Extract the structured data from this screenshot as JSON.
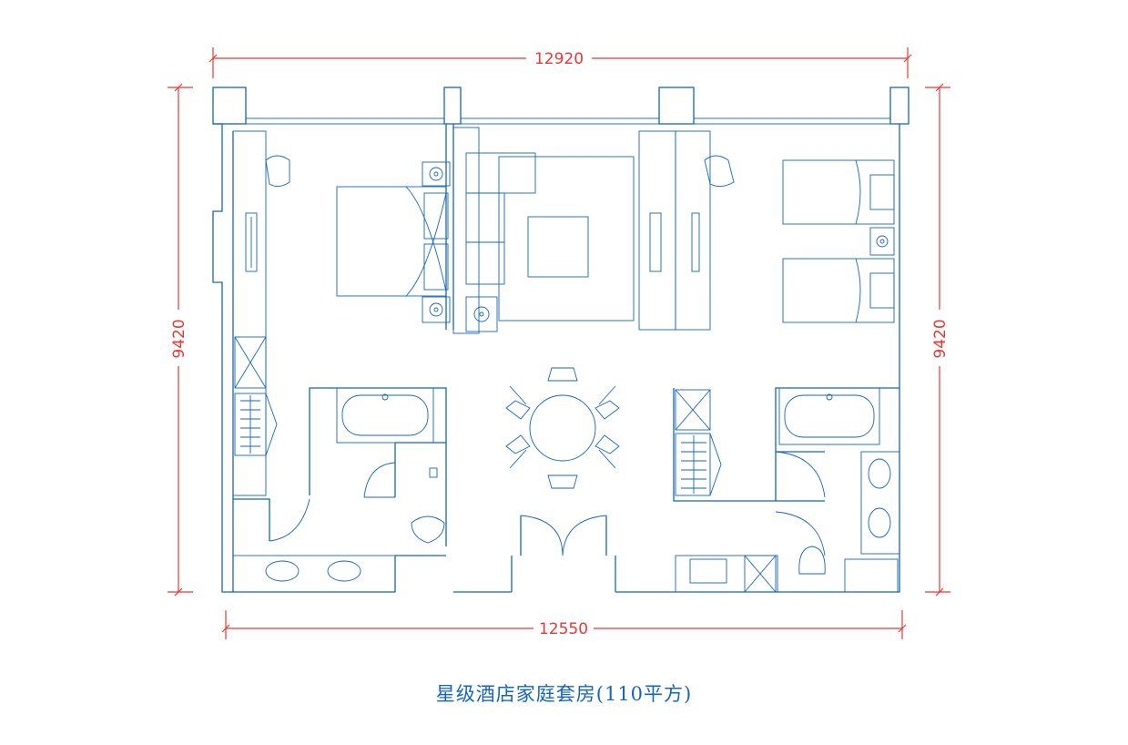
{
  "dimensions": {
    "top_width": "12920",
    "bottom_width": "12550",
    "left_height": "9420",
    "right_height": "9420"
  },
  "caption": "星级酒店家庭套房(110平方)",
  "colors": {
    "walls": "#1565c0",
    "dimension_lines": "#e53935",
    "background": "#ffffff"
  }
}
